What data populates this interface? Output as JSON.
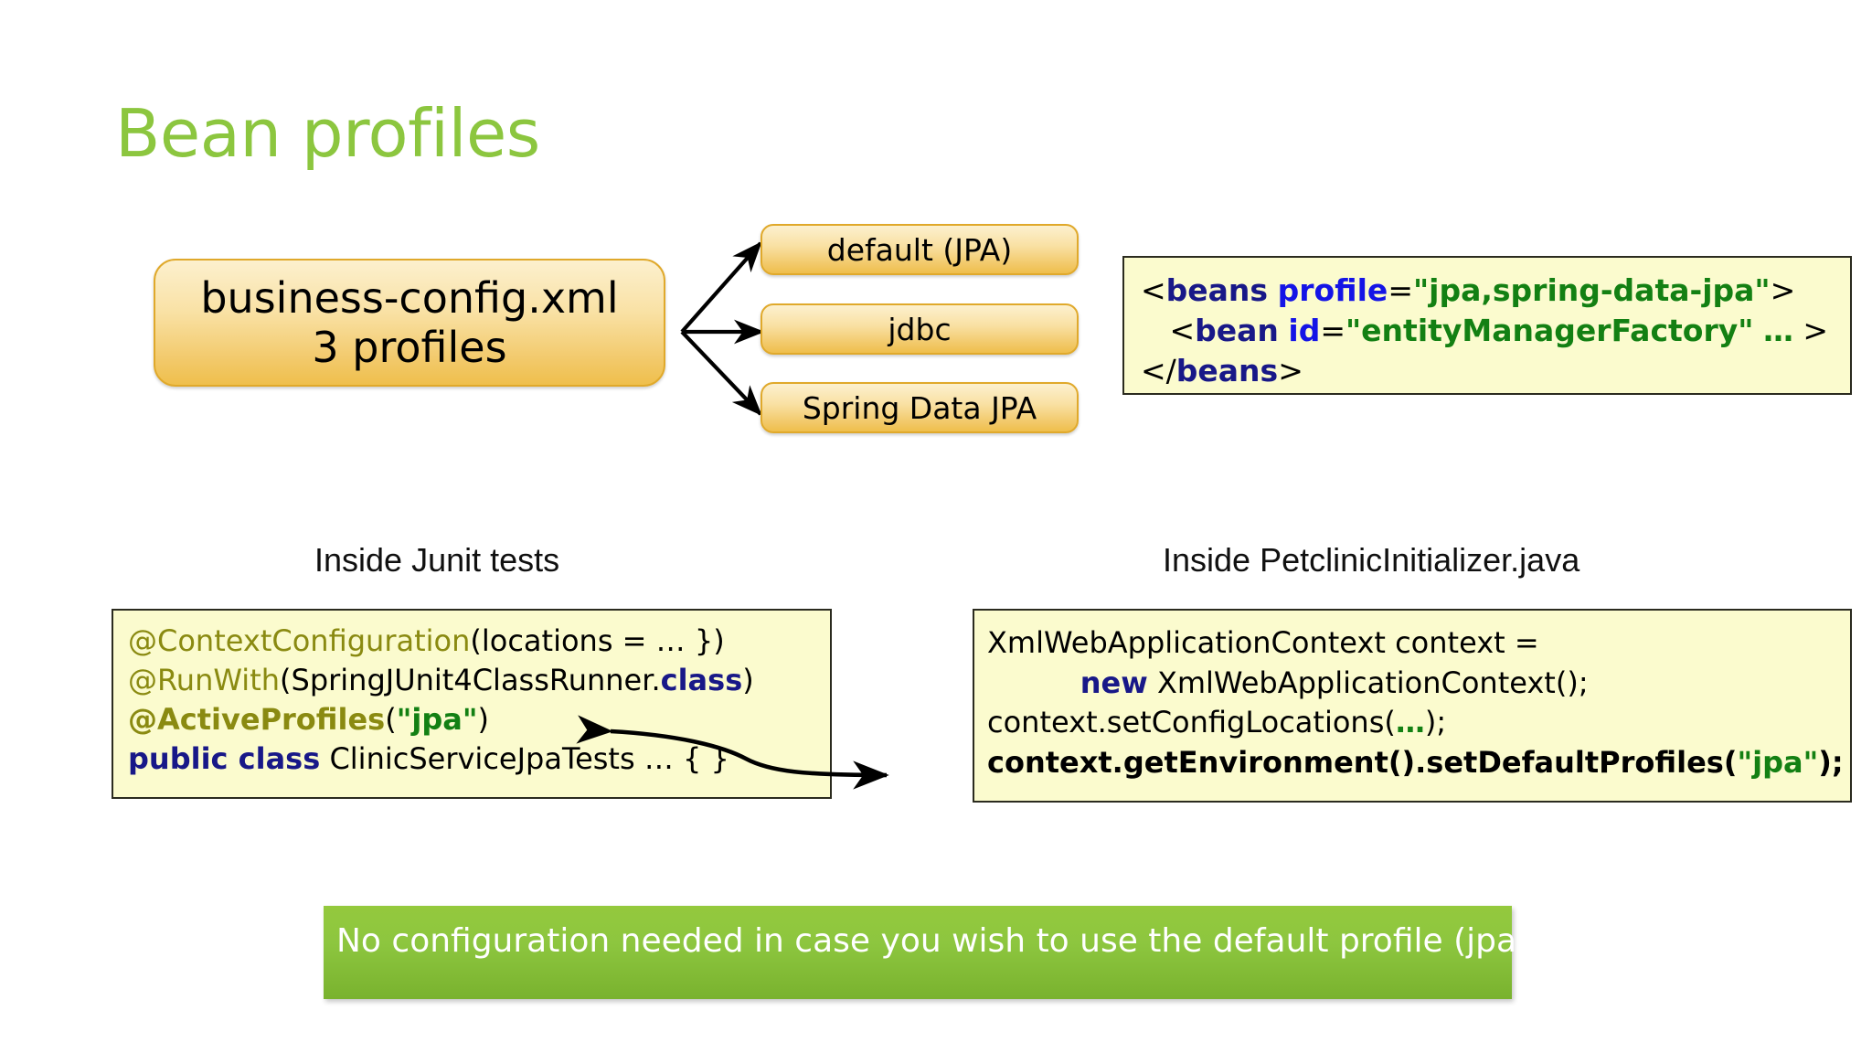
{
  "slide": {
    "title": "Bean profiles",
    "title_color": "#8CC63F",
    "background": "#ffffff"
  },
  "diagram": {
    "source_box": {
      "line1": "business-config.xml",
      "line2": "3 profiles",
      "fill_top": "#FCF0CE",
      "fill_bottom": "#EFBF4C",
      "border": "#E0A92B"
    },
    "profiles": [
      {
        "label": "default (JPA)"
      },
      {
        "label": "jdbc"
      },
      {
        "label": "Spring Data JPA"
      }
    ],
    "arrow_color": "#000000",
    "arrow_count": 3
  },
  "xml_snippet": {
    "background": "#FBFBCE",
    "border": "#2B2B1F",
    "lines": [
      [
        {
          "text": "<",
          "kind": "plain"
        },
        {
          "text": "beans",
          "kind": "tag"
        },
        {
          "text": " ",
          "kind": "plain"
        },
        {
          "text": "profile",
          "kind": "attr"
        },
        {
          "text": "=",
          "kind": "plain"
        },
        {
          "text": "\"jpa,spring-data-jpa\"",
          "kind": "string"
        },
        {
          "text": ">",
          "kind": "plain"
        }
      ],
      [
        {
          "text": "   <",
          "kind": "plain"
        },
        {
          "text": "bean",
          "kind": "tag"
        },
        {
          "text": " ",
          "kind": "plain"
        },
        {
          "text": "id",
          "kind": "attr"
        },
        {
          "text": "=",
          "kind": "plain"
        },
        {
          "text": "\"entityManagerFactory\"",
          "kind": "string"
        },
        {
          "text": " ",
          "kind": "plain"
        },
        {
          "text": "…",
          "kind": "string"
        },
        {
          "text": " >",
          "kind": "plain"
        }
      ],
      [
        {
          "text": "</",
          "kind": "plain"
        },
        {
          "text": "beans",
          "kind": "tag"
        },
        {
          "text": ">",
          "kind": "plain"
        }
      ]
    ]
  },
  "junit_section": {
    "caption": "Inside Junit tests",
    "background": "#FBFBCE",
    "border": "#2B2B1F",
    "lines": [
      [
        {
          "text": "@ContextConfiguration",
          "kind": "annotation"
        },
        {
          "text": "(locations = … })",
          "kind": "plain"
        }
      ],
      [
        {
          "text": "@RunWith",
          "kind": "annotation"
        },
        {
          "text": "(SpringJUnit4ClassRunner.",
          "kind": "plain"
        },
        {
          "text": "class",
          "kind": "keyword"
        },
        {
          "text": ")",
          "kind": "plain"
        }
      ],
      [
        {
          "text": "@ActiveProfiles",
          "kind": "annotation-bold"
        },
        {
          "text": "(",
          "kind": "plain"
        },
        {
          "text": "\"jpa\"",
          "kind": "string"
        },
        {
          "text": ")",
          "kind": "plain"
        }
      ],
      [
        {
          "text": "public class",
          "kind": "keyword"
        },
        {
          "text": " ClinicServiceJpaTests … { }",
          "kind": "plain"
        }
      ]
    ]
  },
  "initializer_section": {
    "caption": "Inside PetclinicInitializer.java",
    "background": "#FBFBCE",
    "border": "#2B2B1F",
    "lines": [
      [
        {
          "text": "XmlWebApplicationContext context =",
          "kind": "plain"
        }
      ],
      [
        {
          "text": "          ",
          "kind": "plain"
        },
        {
          "text": "new",
          "kind": "keyword"
        },
        {
          "text": " XmlWebApplicationContext();",
          "kind": "plain"
        }
      ],
      [
        {
          "text": "context.setConfigLocations(",
          "kind": "plain"
        },
        {
          "text": "…",
          "kind": "string"
        },
        {
          "text": ");",
          "kind": "plain"
        }
      ],
      [
        {
          "text": "context.getEnvironment().setDefaultProfiles(",
          "kind": "bold"
        },
        {
          "text": "\"jpa\"",
          "kind": "string"
        },
        {
          "text": ");",
          "kind": "bold"
        }
      ]
    ]
  },
  "footer": {
    "text": "No configuration needed in case you wish to use the default profile (jpa)",
    "background": "#8DC63F",
    "text_color": "#FFFFFF"
  }
}
